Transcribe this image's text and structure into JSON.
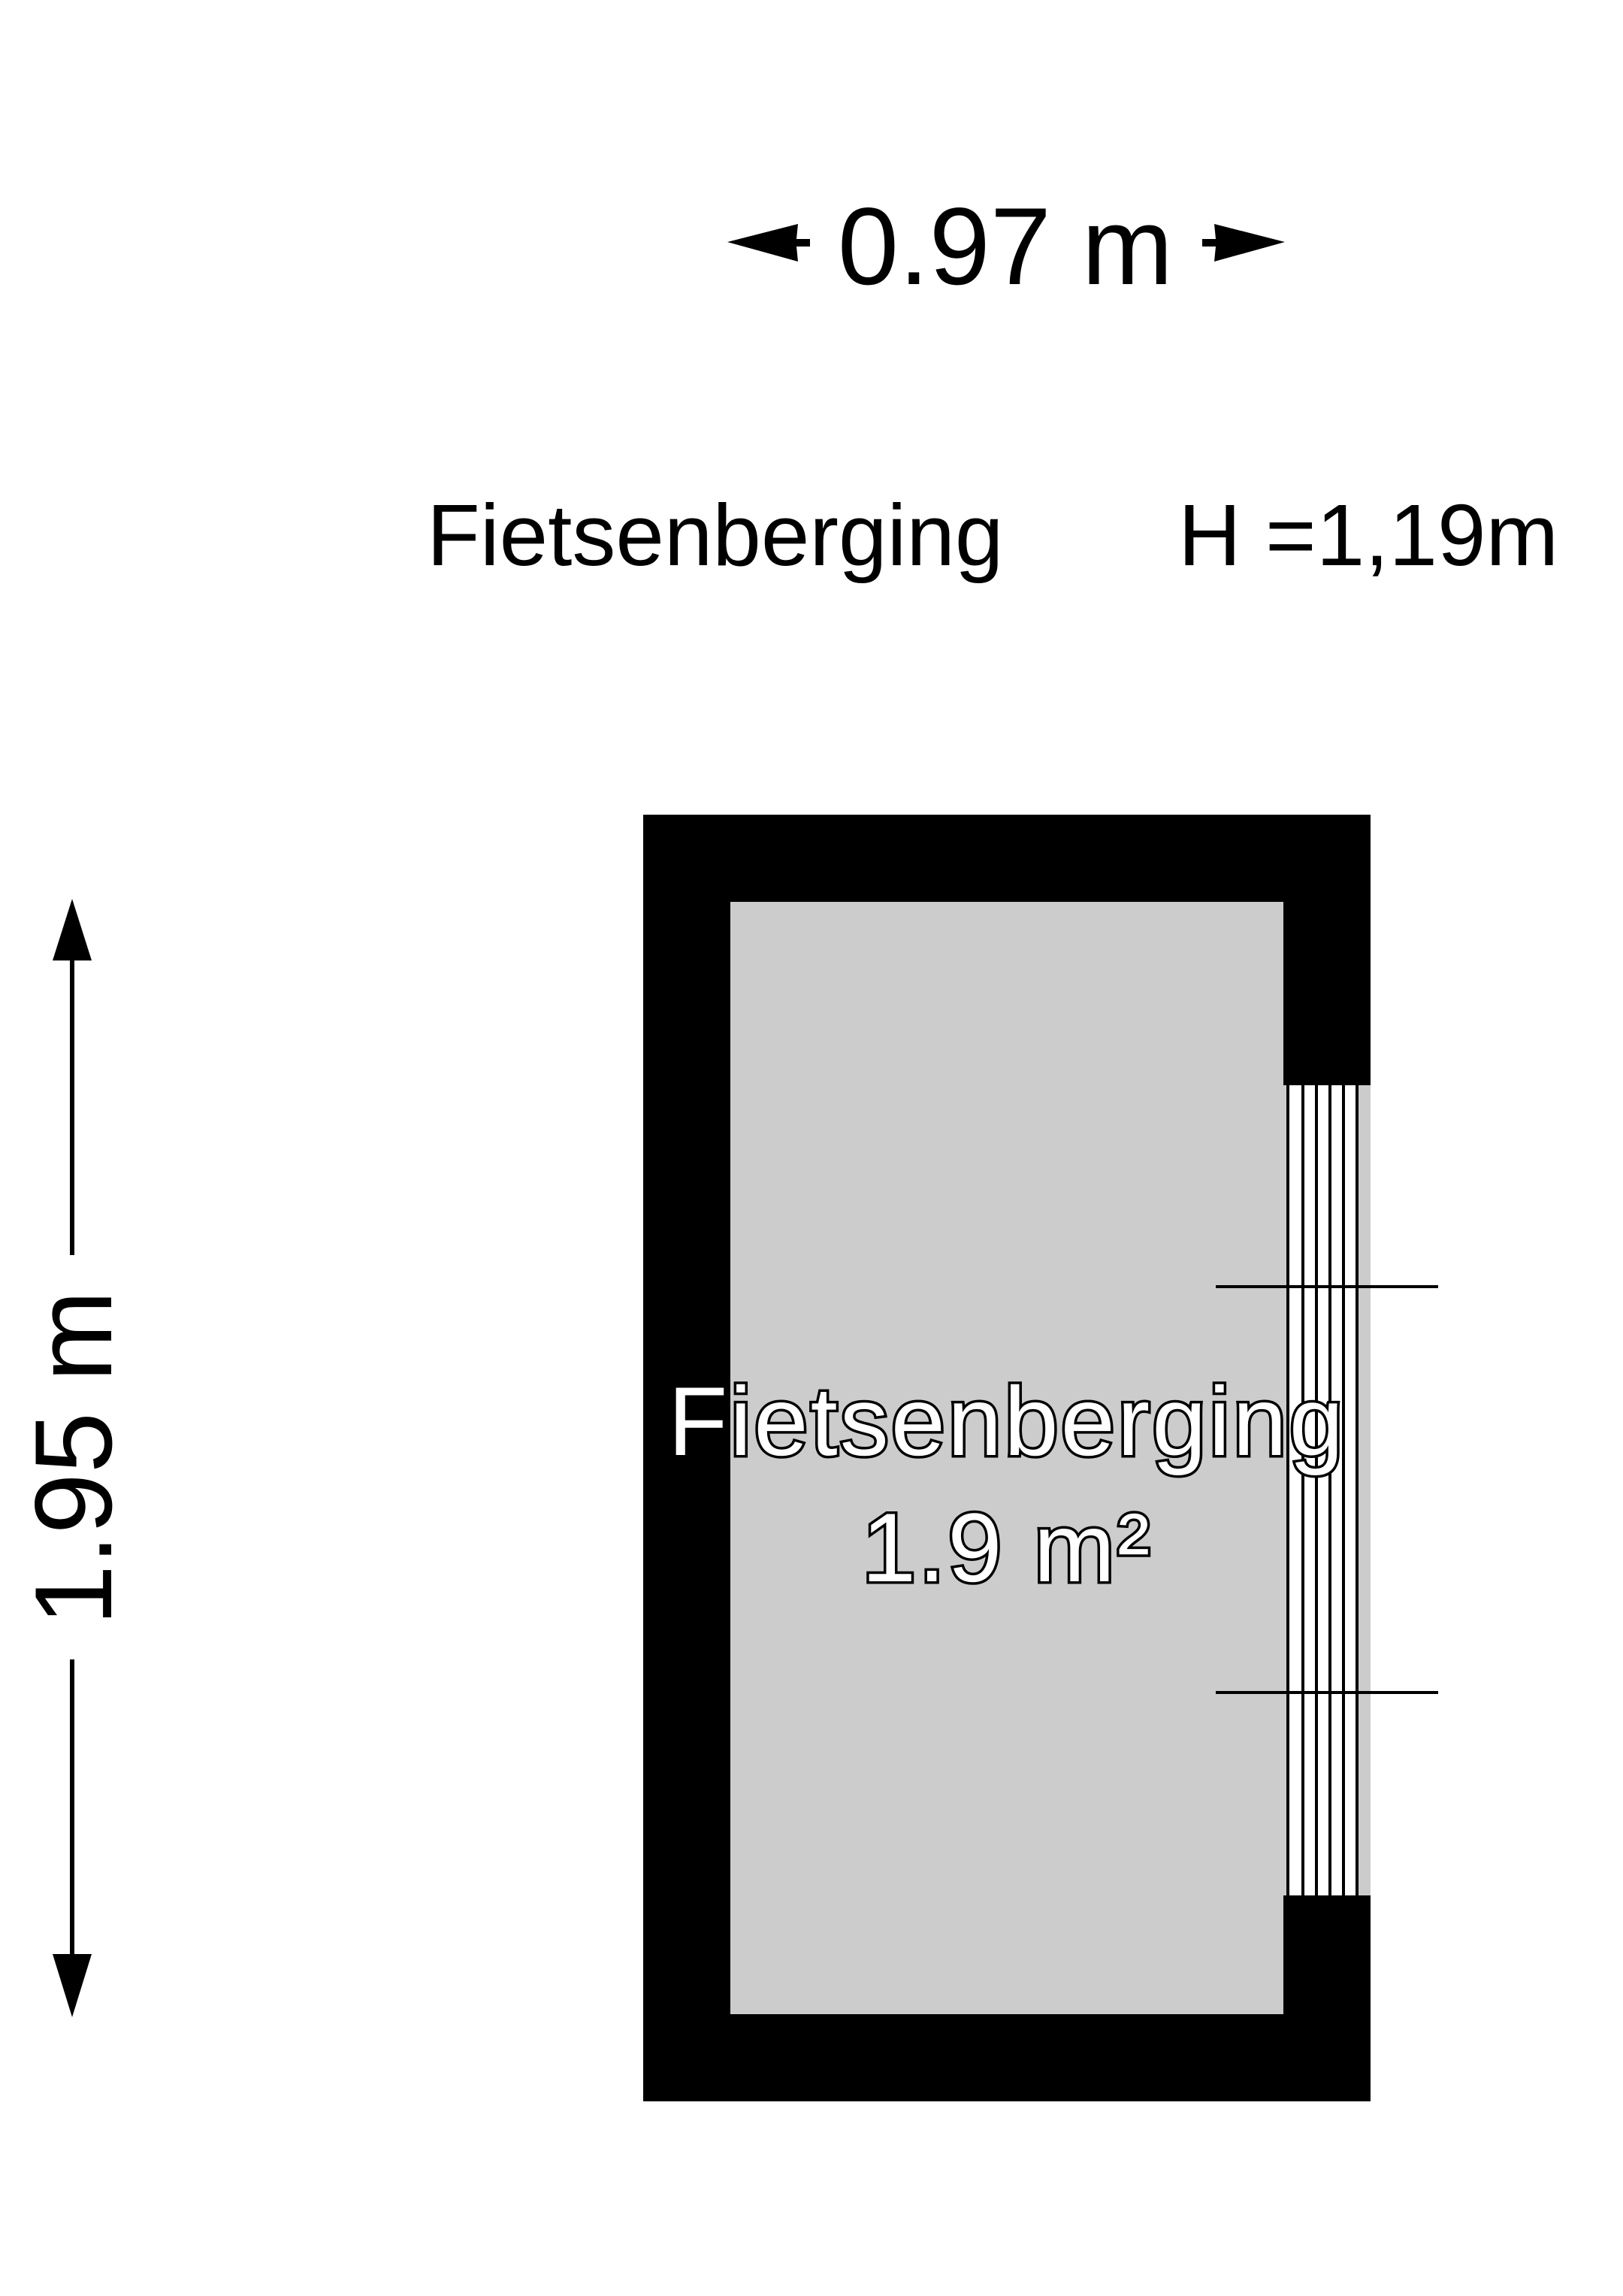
{
  "dimensions": {
    "width_label": "0.97 m",
    "depth_label": "1.95 m"
  },
  "header": {
    "room_name": "Fietsenberging",
    "height_label": "H =1,19m"
  },
  "room": {
    "name": "Fietsenberging",
    "area_label": "1.9 m²"
  },
  "colors": {
    "wall": "#000000",
    "floor": "#cccccc",
    "background": "#ffffff"
  }
}
